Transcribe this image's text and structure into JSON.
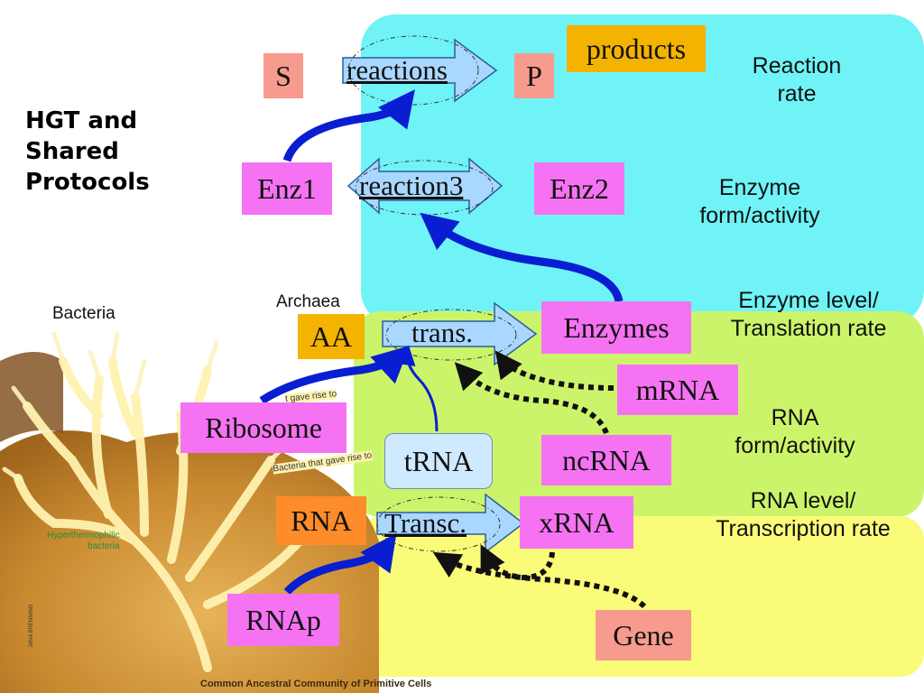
{
  "title": "HGT and\nShared\nProtocols",
  "tree": {
    "bacteria_label": "Bacteria",
    "archaea_label": "Archaea",
    "hyperthermophilic_label": "Hyperthermophilic\nbacteria",
    "bacteria_branch_label": "Bacteria that gave rise to",
    "partial_branch_label": "t gave rise to",
    "common_ancestral_label": "Common Ancestral Community of Primitive Cells",
    "credit": "JANA BRENNING"
  },
  "levels": {
    "reaction_rate": "Reaction\nrate",
    "enzyme_form": "Enzyme\nform/activity",
    "enzyme_level": "Enzyme level/\nTranslation rate",
    "rna_form": "RNA\nform/activity",
    "rna_level": "RNA level/\nTranscription rate"
  },
  "nodes": {
    "s": "S",
    "reactions": "reactions",
    "p": "P",
    "products": "products",
    "enz1": "Enz1",
    "reaction3": "reaction3",
    "enz2": "Enz2",
    "aa": "AA",
    "trans": "trans.",
    "enzymes": "Enzymes",
    "mrna": "mRNA",
    "ribosome": "Ribosome",
    "trna": "tRNA",
    "ncrna": "ncRNA",
    "rna": "RNA",
    "transc": "Transc.",
    "xrna": "xRNA",
    "rnap": "RNAp",
    "gene": "Gene"
  },
  "colors": {
    "panel_cyan": "#6ff3f7",
    "panel_green": "#ccf46a",
    "panel_yellow": "#fbfb7a",
    "box_pink": "#f573f2",
    "box_salmon": "#f79b8e",
    "box_orange": "#f3b300",
    "arrow_blue": "#0a1ed1"
  }
}
